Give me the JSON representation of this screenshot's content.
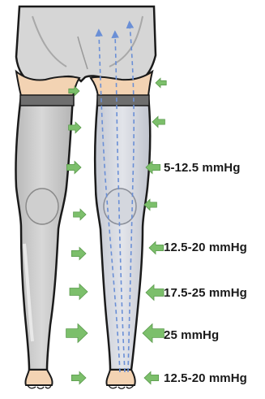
{
  "pressure_labels": [
    "5-12.5 mmHg",
    "12.5-20 mmHg",
    "17.5-25 mmHg",
    "25 mmHg",
    "12.5-20 mmHg"
  ],
  "colors": {
    "stocking_gray": "#c9c9c9",
    "stocking_light": "#dcdcdc",
    "outline": "#1a1a1a",
    "skin": "#f3d3b3",
    "band": "#6e6e6e",
    "arrow_green": "#7cbf6b",
    "flow_blue": "#6a8fd6"
  },
  "icons": [
    "compression-arrow-icon",
    "blood-flow-arrow-icon"
  ]
}
